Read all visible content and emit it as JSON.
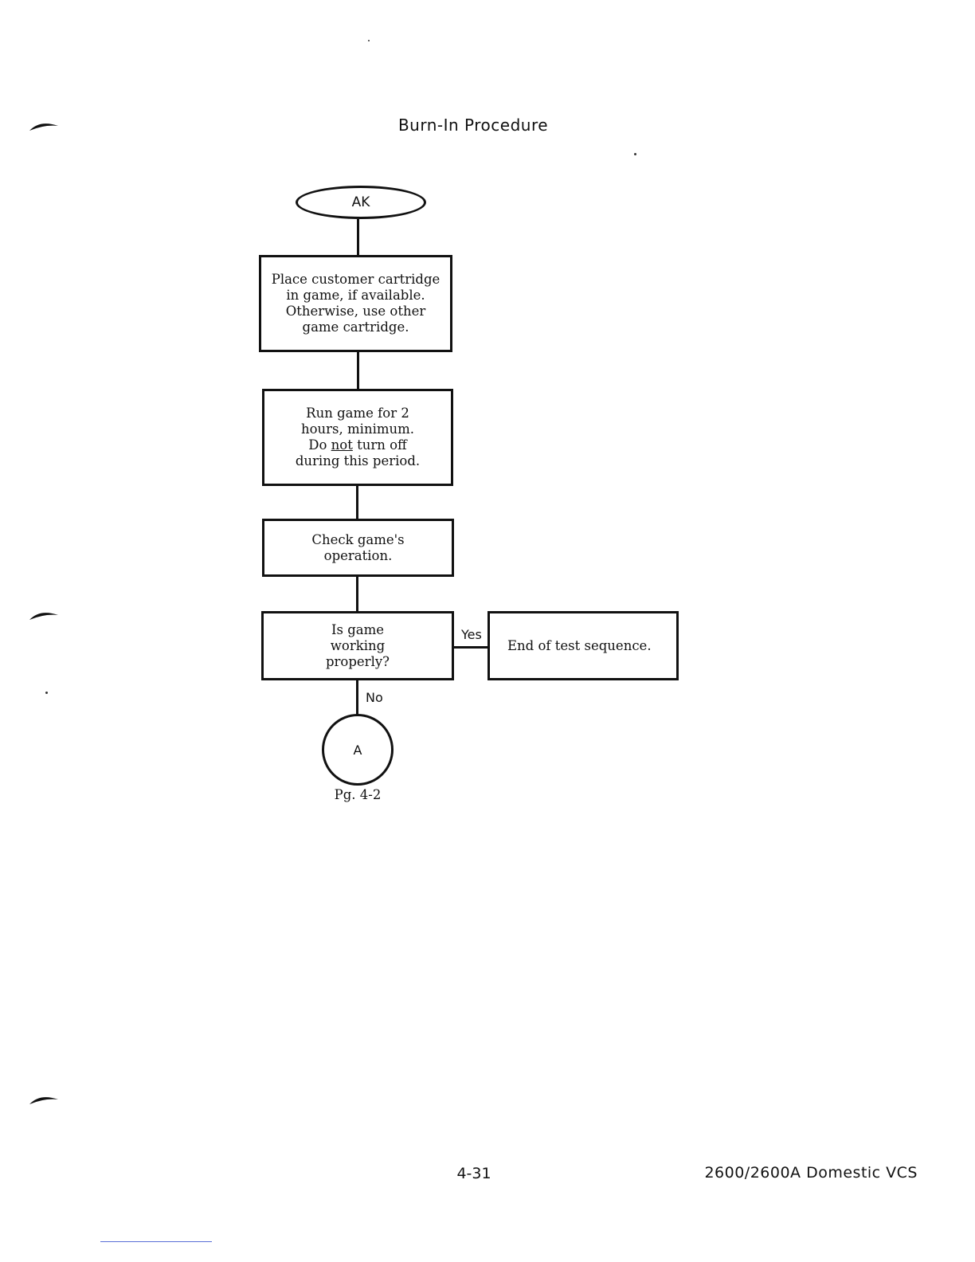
{
  "page": {
    "title": "Burn-In Procedure",
    "page_number": "4-31",
    "product": "2600/2600A Domestic VCS"
  },
  "flowchart": {
    "start": {
      "label": "AK"
    },
    "steps": [
      {
        "id": "place-cartridge",
        "text": "Place customer cartridge\nin game, if available.\nOtherwise, use other\ngame cartridge."
      },
      {
        "id": "run-game",
        "text_before": "Run game for 2\nhours, minimum.\nDo ",
        "text_emph": "not",
        "text_after": " turn off\nduring this period."
      },
      {
        "id": "check-operation",
        "text": "Check game's\noperation."
      }
    ],
    "decision": {
      "text": "Is game\nworking\nproperly?",
      "yes_label": "Yes",
      "no_label": "No"
    },
    "end": {
      "text": "End of test sequence."
    },
    "offpage_connector": {
      "label": "A",
      "reference": "Pg. 4-2"
    }
  }
}
